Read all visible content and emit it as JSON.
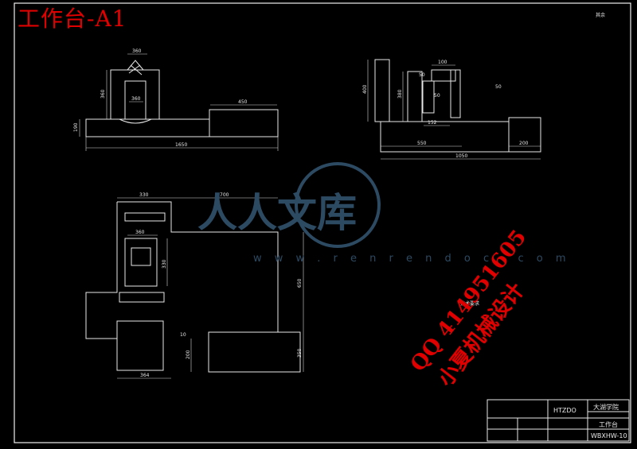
{
  "drawing": {
    "title": "工作台-A1",
    "corner_note": "其余",
    "notes_heading": "技术要求"
  },
  "dimensions": {
    "front_top_width": "360",
    "front_height": "360",
    "front_inner_width": "360",
    "front_right_block_width": "450",
    "front_base_height": "190",
    "front_total_width": "1650",
    "side_height": "400",
    "side_mid_height": "380",
    "side_100": "100",
    "side_50a": "50",
    "side_50b": "50",
    "side_50c": "50",
    "side_152": "152",
    "side_550": "550",
    "side_1050": "1050",
    "side_200": "200",
    "plan_330": "330",
    "plan_700": "700",
    "plan_360": "360",
    "plan_330v": "330",
    "plan_650": "650",
    "plan_350": "350",
    "plan_10": "10",
    "plan_200": "200",
    "plan_364": "364"
  },
  "watermark": {
    "logo": "人人文库",
    "url": "w w w . r e n r e n d o c . c o m"
  },
  "stamp": {
    "line1": "QQ 414951605",
    "line2": "小夏机械设计"
  },
  "title_block": {
    "code": "HTZDO",
    "school": "大湖学院",
    "part_name": "工作台",
    "drawing_no": "WBXHW-10"
  }
}
